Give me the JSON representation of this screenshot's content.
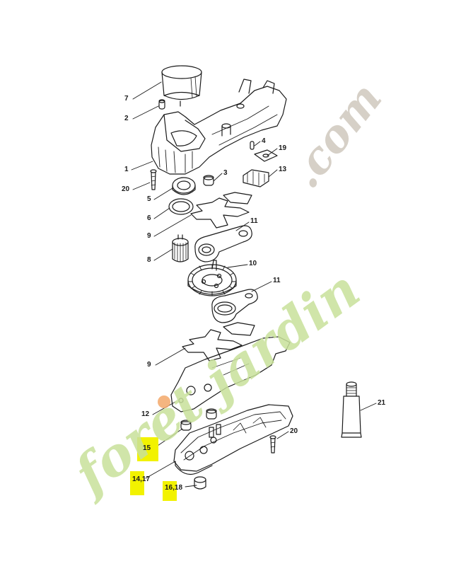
{
  "labels": {
    "l7": "7",
    "l2": "2",
    "l1": "1",
    "l20a": "20",
    "l5": "5",
    "l6": "6",
    "l9a": "9",
    "l8": "8",
    "l3": "3",
    "l4": "4",
    "l19": "19",
    "l13": "13",
    "l11a": "11",
    "l10": "10",
    "l11b": "11",
    "l9b": "9",
    "l12": "12",
    "l15": "15",
    "l1417": "14,17",
    "l1618": "16,18",
    "l20b": "20",
    "l21": "21"
  },
  "watermark": {
    "brand": "foret jardin",
    "domain": ".com"
  },
  "colors": {
    "highlight": "#f2f200",
    "watermark_green": "#c8e09a",
    "watermark_orange": "#f3a86a",
    "watermark_gray": "#cfc8bd",
    "line": "#1a1a1a"
  }
}
